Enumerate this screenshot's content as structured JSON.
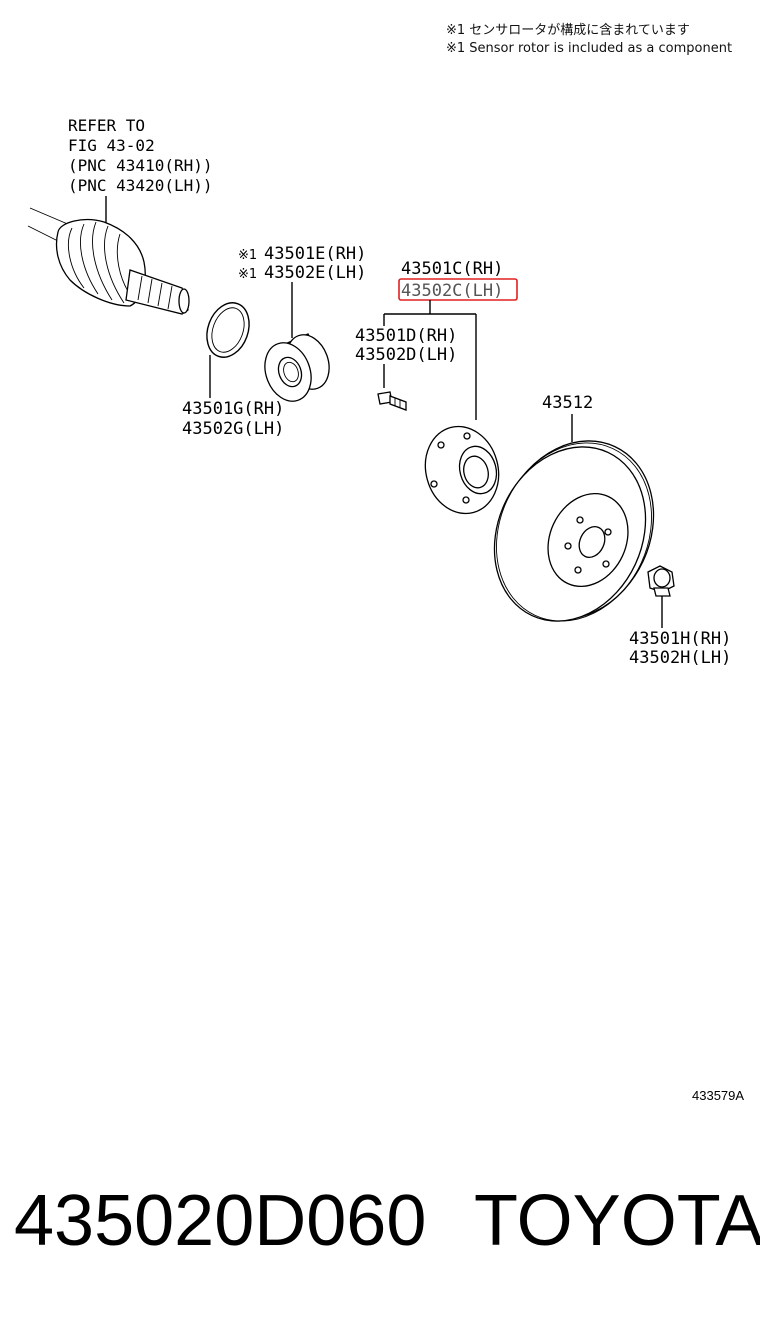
{
  "notes": {
    "jp": "※1 センサロータが構成に含まれています",
    "en": "※1 Sensor rotor is included as a component"
  },
  "refer": {
    "line1": "REFER TO",
    "line2": "FIG 43-02",
    "line3": "(PNC 43410(RH))",
    "line4": "(PNC 43420(LH))"
  },
  "labels": {
    "bearing_mark": "※1",
    "bearing_rh": "43501E(RH)",
    "bearing_lh": "43502E(LH)",
    "hub_rh": "43501C(RH)",
    "hub_lh": "43502C(LH)",
    "bolt_rh": "43501D(RH)",
    "bolt_lh": "43502D(LH)",
    "snap_rh": "43501G(RH)",
    "snap_lh": "43502G(LH)",
    "disc": "43512",
    "nut_rh": "43501H(RH)",
    "nut_lh": "43502H(LH)"
  },
  "highlight_color": "#e02020",
  "diagram_code": "433579A",
  "footer": {
    "part_number": "435020D060",
    "brand": "TOYOTA"
  }
}
